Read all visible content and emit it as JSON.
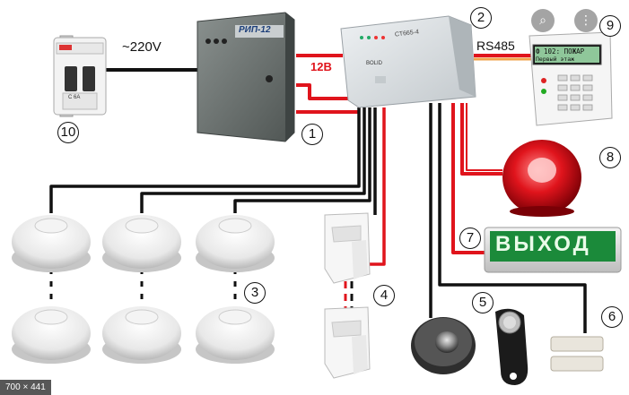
{
  "labels": {
    "mains": "~220V",
    "psu_title": "РИП-12",
    "voltage": "12В",
    "panel_title": "СТ665-4",
    "panel_brand": "BOLID",
    "bus": "RS485",
    "keypad_line1": "Ф  102: ПОЖАР",
    "keypad_line2": "Первый этаж",
    "exit_sign": "ВЫХОД",
    "breaker_a": "C 6A"
  },
  "callouts": {
    "n1": "1",
    "n2": "2",
    "n3": "3",
    "n4": "4",
    "n5": "5",
    "n6": "6",
    "n7": "7",
    "n8": "8",
    "n9": "9",
    "n10": "10"
  },
  "overlay": {
    "size_badge": "700 × 441",
    "search_icon": "lens-icon",
    "more_icon": "more-vert-icon"
  },
  "colors": {
    "wire_red": "#e0141c",
    "wire_black": "#111111",
    "psu_body": "#6b7270",
    "panel_body": "#d9dde0",
    "exit_green": "#1b8a3a",
    "siren_red": "#d8101c"
  }
}
